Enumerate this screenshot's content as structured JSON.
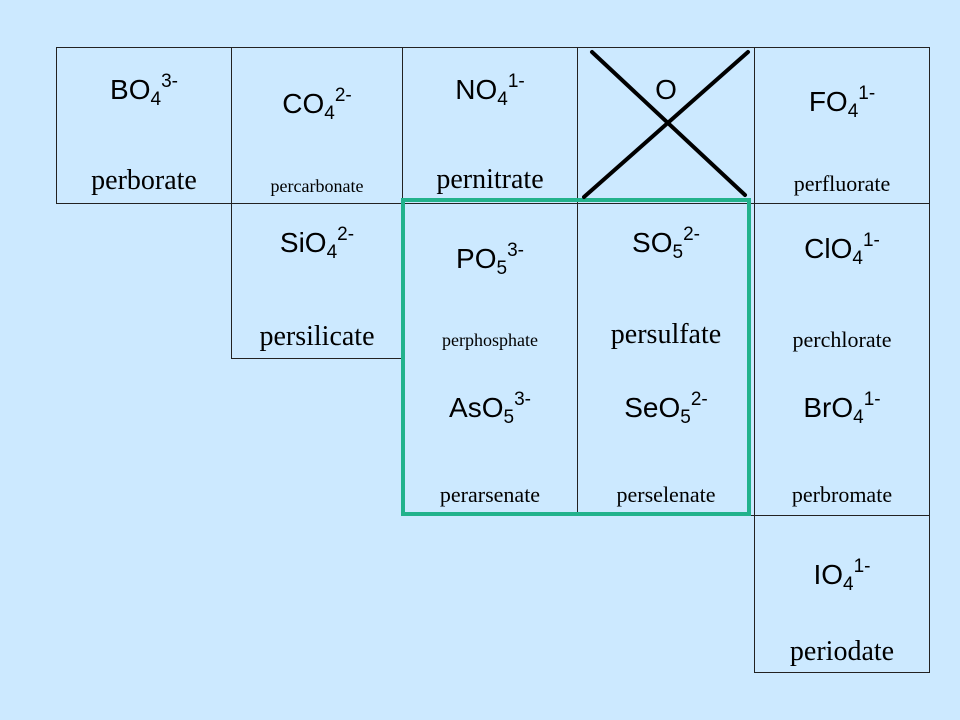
{
  "cells": {
    "bo4": {
      "base": "BO",
      "sub": "4",
      "charge": "3-",
      "name": "perborate"
    },
    "co4": {
      "base": "CO",
      "sub": "4",
      "charge": "2-",
      "name": "percarbonate"
    },
    "no4": {
      "base": "NO",
      "sub": "4",
      "charge": "1-",
      "name": "pernitrate"
    },
    "o": {
      "base": "O"
    },
    "fo4": {
      "base": "FO",
      "sub": "4",
      "charge": "1-",
      "name": "perfluorate"
    },
    "sio4": {
      "base": "SiO",
      "sub": "4",
      "charge": "2-",
      "name": "persilicate"
    },
    "po5": {
      "base": "PO",
      "sub": "5",
      "charge": "3-",
      "name": "perphosphate"
    },
    "so5": {
      "base": "SO",
      "sub": "5",
      "charge": "2-",
      "name": "persulfate"
    },
    "clo4": {
      "base": "ClO",
      "sub": "4",
      "charge": "1-",
      "name": "perchlorate"
    },
    "aso5": {
      "base": "AsO",
      "sub": "5",
      "charge": "3-",
      "name": "perarsenate"
    },
    "seo5": {
      "base": "SeO",
      "sub": "5",
      "charge": "2-",
      "name": "perselenate"
    },
    "bro4": {
      "base": "BrO",
      "sub": "4",
      "charge": "1-",
      "name": "perbromate"
    },
    "io4": {
      "base": "IO",
      "sub": "4",
      "charge": "1-",
      "name": "periodate"
    }
  },
  "colors": {
    "background": "#cce9ff",
    "highlight": "#22b28c",
    "cross": "#000000"
  }
}
